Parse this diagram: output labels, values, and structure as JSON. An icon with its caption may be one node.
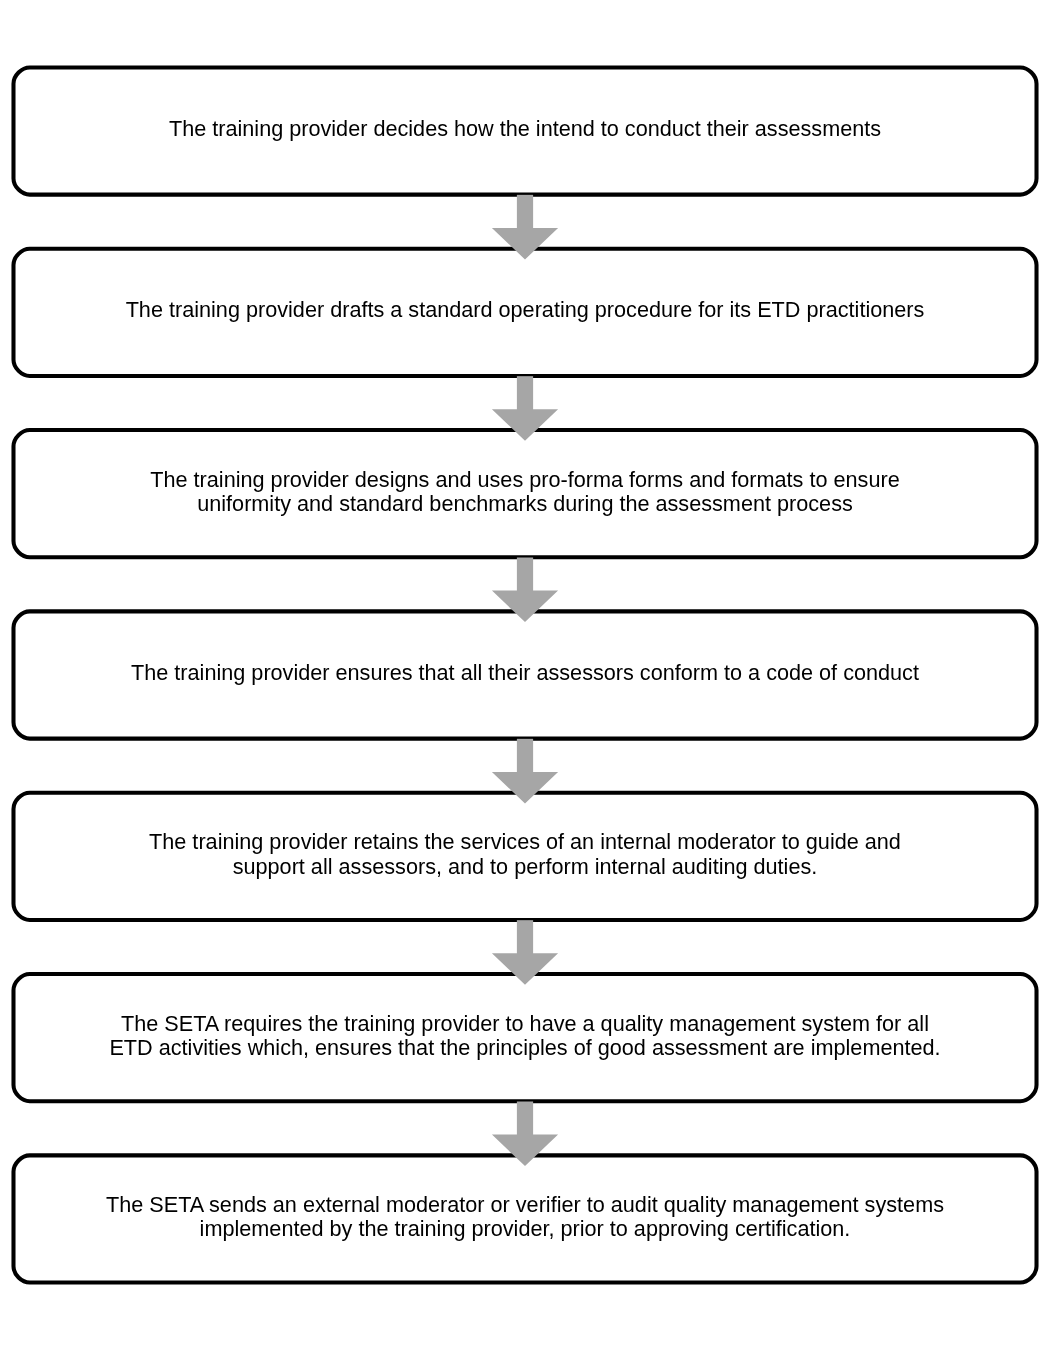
{
  "diagram": {
    "nodes": [
      {
        "text": [
          "The training provider decides how the intend to conduct their assessments"
        ]
      },
      {
        "text": [
          "The training provider drafts a standard operating procedure for its ETD practitioners"
        ]
      },
      {
        "text": [
          "The training provider designs and uses pro-forma forms and formats to ensure uniformity and standard benchmarks during the assessment process"
        ]
      },
      {
        "text": [
          "The training provider ensures that all their assessors conform to a code of conduct"
        ]
      },
      {
        "text": [
          "The training provider retains the services of an internal moderator to guide and support all assessors, and to perform internal auditing duties."
        ]
      },
      {
        "text": [
          "The SETA requires the training provider to have a quality management system for all ETD activities which, ensures that the principles of good assessment are implemented."
        ]
      },
      {
        "text": [
          "The SETA sends an external moderator or verifier to audit quality management systems implemented by the training provider, prior to approving certification."
        ]
      }
    ],
    "edges": [
      {
        "from": 0,
        "to": 1,
        "arrow": "to"
      },
      {
        "from": 1,
        "to": 2,
        "arrow": "to"
      },
      {
        "from": 2,
        "to": 3,
        "arrow": "to"
      },
      {
        "from": 3,
        "to": 4,
        "arrow": "to"
      },
      {
        "from": 4,
        "to": 5,
        "arrow": "to"
      },
      {
        "from": 5,
        "to": 6,
        "arrow": "to"
      }
    ]
  }
}
